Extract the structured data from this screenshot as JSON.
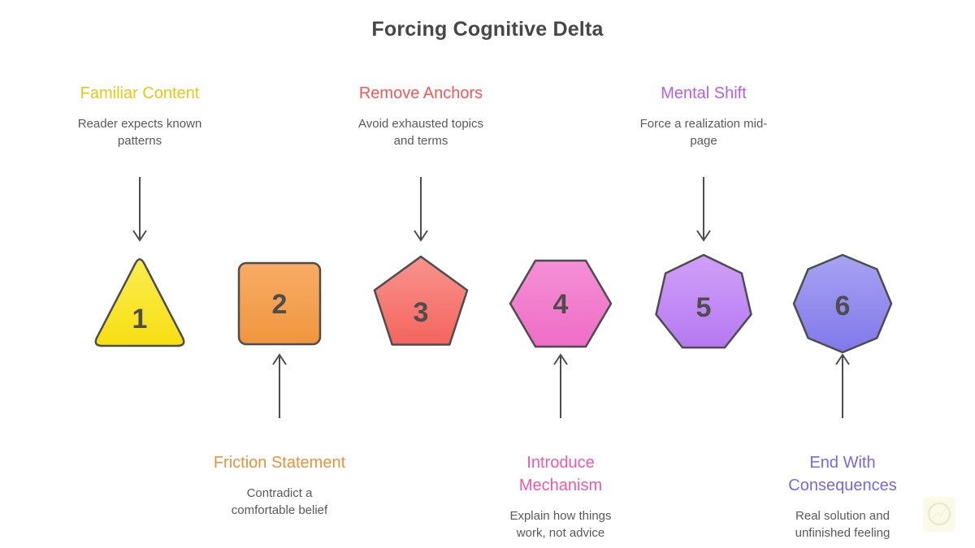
{
  "title": "Forcing Cognitive Delta",
  "colors": {
    "title_text": "#474747",
    "body_text": "#595959",
    "shape_outline": "#4d4d4d",
    "arrow": "#4d4d4d",
    "background": "#ffffff",
    "watermark_bg": "#fafae6"
  },
  "watermark": {
    "icon": "trend-line-circle-logo"
  },
  "steps": [
    {
      "number": "1",
      "shape": "triangle",
      "label_position": "top",
      "heading": "Familiar Content",
      "heading_color": "#e5c714",
      "description": "Reader expects known\npatterns",
      "fill_top": "#faed4f",
      "fill_bottom": "#f8df12"
    },
    {
      "number": "2",
      "shape": "square",
      "label_position": "bottom",
      "heading": "Friction Statement",
      "heading_color": "#e8923e",
      "description": "Contradict a\ncomfortable belief",
      "fill_top": "#f7ad64",
      "fill_bottom": "#f0953f"
    },
    {
      "number": "3",
      "shape": "pentagon",
      "label_position": "top",
      "heading": "Remove Anchors",
      "heading_color": "#f25757",
      "description": "Avoid exhausted topics\nand terms",
      "fill_top": "#f9938e",
      "fill_bottom": "#f4655e"
    },
    {
      "number": "4",
      "shape": "hexagon",
      "label_position": "bottom",
      "heading": "Introduce\nMechanism",
      "heading_color": "#ee58a8",
      "description": "Explain how things\nwork, not advice",
      "fill_top": "#f590d6",
      "fill_bottom": "#ef6cc6"
    },
    {
      "number": "5",
      "shape": "heptagon",
      "label_position": "top",
      "heading": "Mental Shift",
      "heading_color": "#b55fef",
      "description": "Force a realization mid-\npage",
      "fill_top": "#d0a0f8",
      "fill_bottom": "#b678f2"
    },
    {
      "number": "6",
      "shape": "octagon",
      "label_position": "bottom",
      "heading": "End With\nConsequences",
      "heading_color": "#7668e8",
      "description": "Real solution and\nunfinished feeling",
      "fill_top": "#a7a3f3",
      "fill_bottom": "#8178e9"
    }
  ]
}
